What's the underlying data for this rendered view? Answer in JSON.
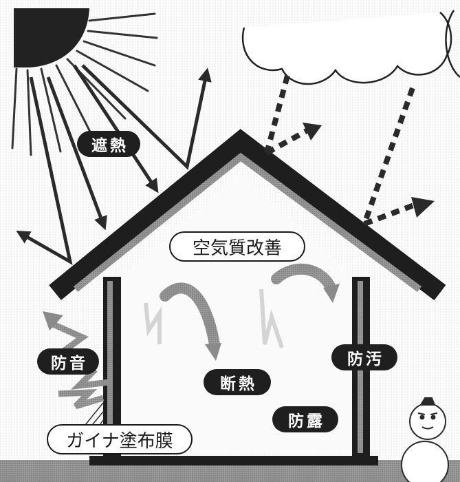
{
  "labels": {
    "shading": "遮熱",
    "air_quality": "空気質改善",
    "soundproof": "防音",
    "antifouling": "防汚",
    "insulation": "断熱",
    "anticondensation": "防露",
    "coating": "ガイナ塗布膜"
  },
  "colors": {
    "ink": "#1a1a1a",
    "gray_arrow": "#8a8a8a",
    "screen": "#cfcfcf",
    "background": "#ffffff"
  },
  "icons": [
    "sun-icon",
    "cloud-icon",
    "house-icon",
    "snowman-icon"
  ]
}
